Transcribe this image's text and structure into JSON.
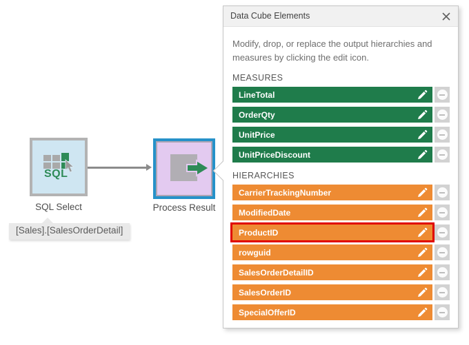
{
  "canvas": {
    "nodes": [
      {
        "id": "sql-select",
        "label": "SQL Select",
        "icon": "sql-table-cursor-icon",
        "fill": "#CFE6F2",
        "border": "#B3B3B3",
        "selected": false
      },
      {
        "id": "process-result",
        "label": "Process Result",
        "icon": "process-arrow-icon",
        "fill": "#E3CAF0",
        "border": "#2691C9",
        "selected": true
      }
    ],
    "connector": {
      "from": "sql-select",
      "to": "process-result",
      "color": "#8B8B8B"
    },
    "tooltip": "[Sales].[SalesOrderDetail]"
  },
  "panel": {
    "title": "Data Cube Elements",
    "description": "Modify, drop, or replace the output hierarchies and measures by clicking the edit icon.",
    "sections": [
      {
        "label": "MEASURES",
        "color": "#1F7C4B",
        "items": [
          {
            "name": "LineTotal"
          },
          {
            "name": "OrderQty"
          },
          {
            "name": "UnitPrice"
          },
          {
            "name": "UnitPriceDiscount"
          }
        ]
      },
      {
        "label": "HIERARCHIES",
        "color": "#EE8B33",
        "highlight_color": "#E00000",
        "items": [
          {
            "name": "CarrierTrackingNumber"
          },
          {
            "name": "ModifiedDate"
          },
          {
            "name": "ProductID",
            "highlighted": true
          },
          {
            "name": "rowguid"
          },
          {
            "name": "SalesOrderDetailID"
          },
          {
            "name": "SalesOrderID"
          },
          {
            "name": "SpecialOfferID"
          }
        ]
      }
    ]
  }
}
